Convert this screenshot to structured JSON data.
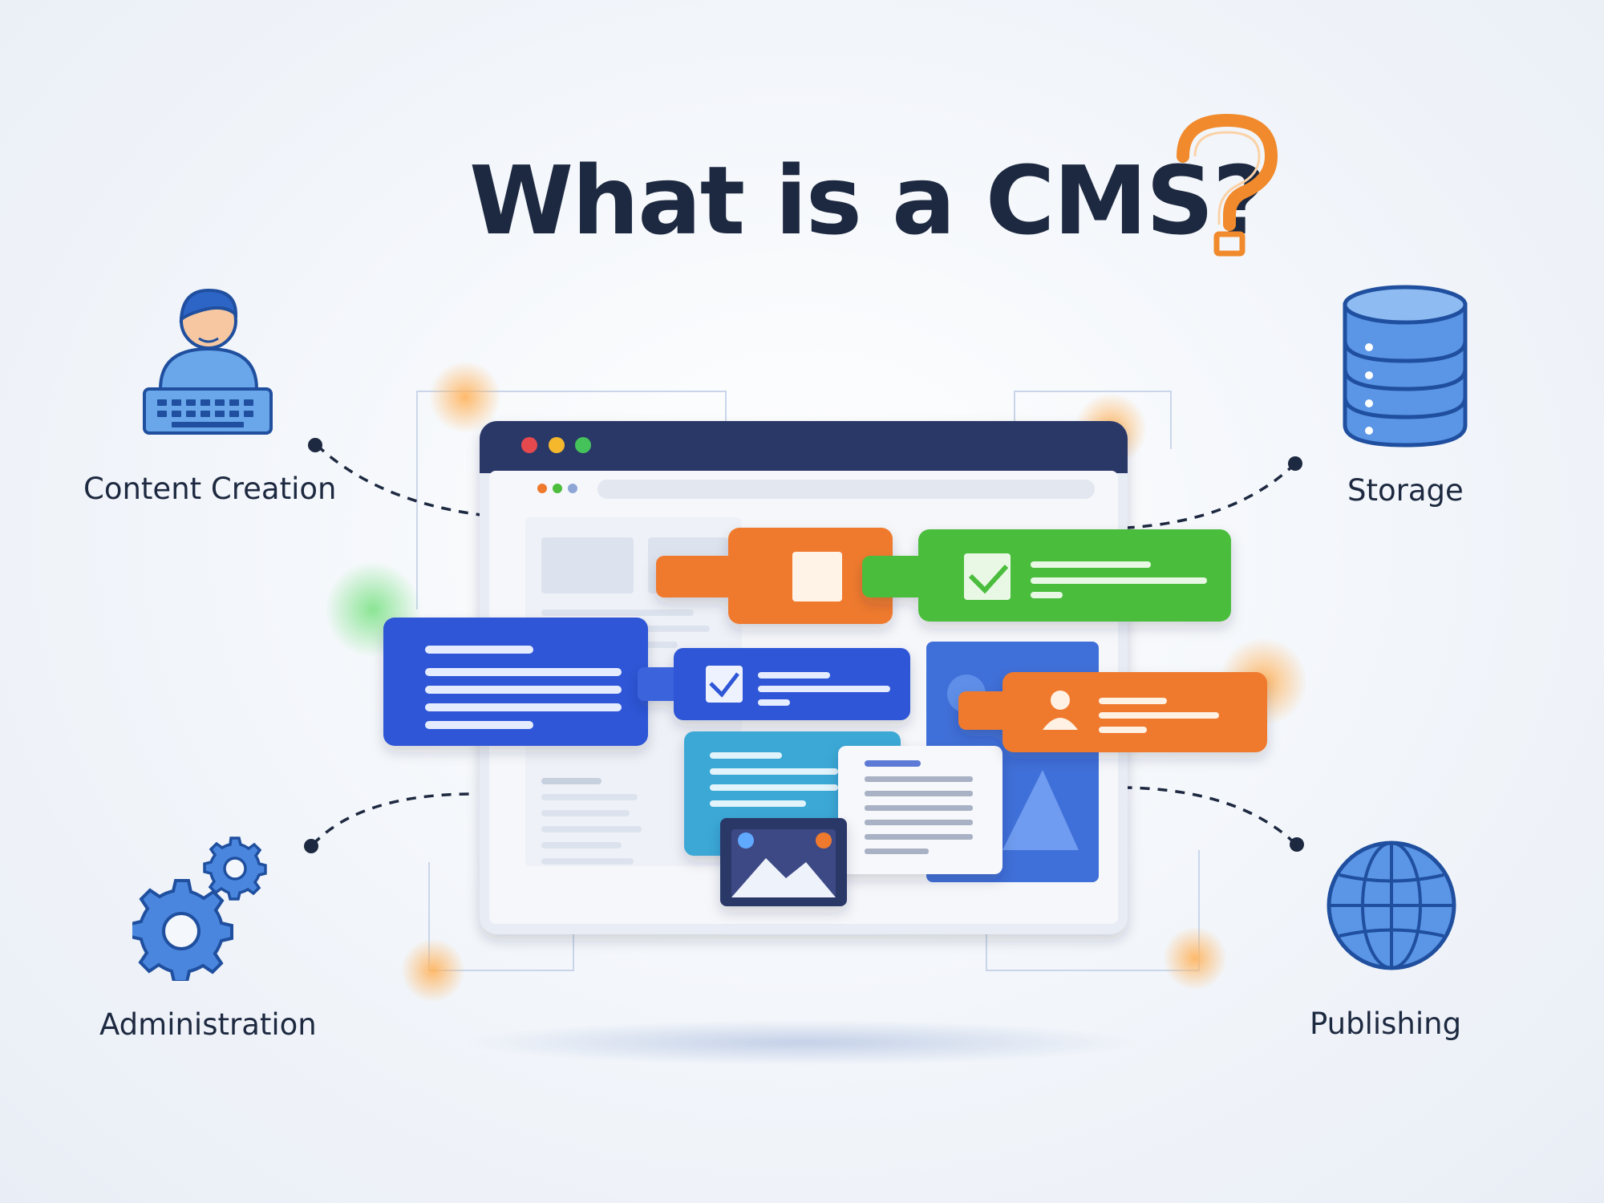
{
  "title": {
    "text": "What is a CMS?"
  },
  "nodes": {
    "content_creation": {
      "label": "Content Creation",
      "icon": "person-keyboard-icon"
    },
    "storage": {
      "label": "Storage",
      "icon": "database-icon"
    },
    "administration": {
      "label": "Administration",
      "icon": "gears-icon"
    },
    "publishing": {
      "label": "Publishing",
      "icon": "globe-icon"
    }
  },
  "colors": {
    "title": "#1d2940",
    "accent_orange": "#f08a2c",
    "icon_blue": "#3f7fdc",
    "icon_outline": "#1f4f9e",
    "block_blue": "#2f56d6",
    "block_green": "#4cbd3c",
    "block_orange": "#ef7a2e",
    "block_teal": "#3aa8d6",
    "browser_bar": "#2c3768"
  }
}
